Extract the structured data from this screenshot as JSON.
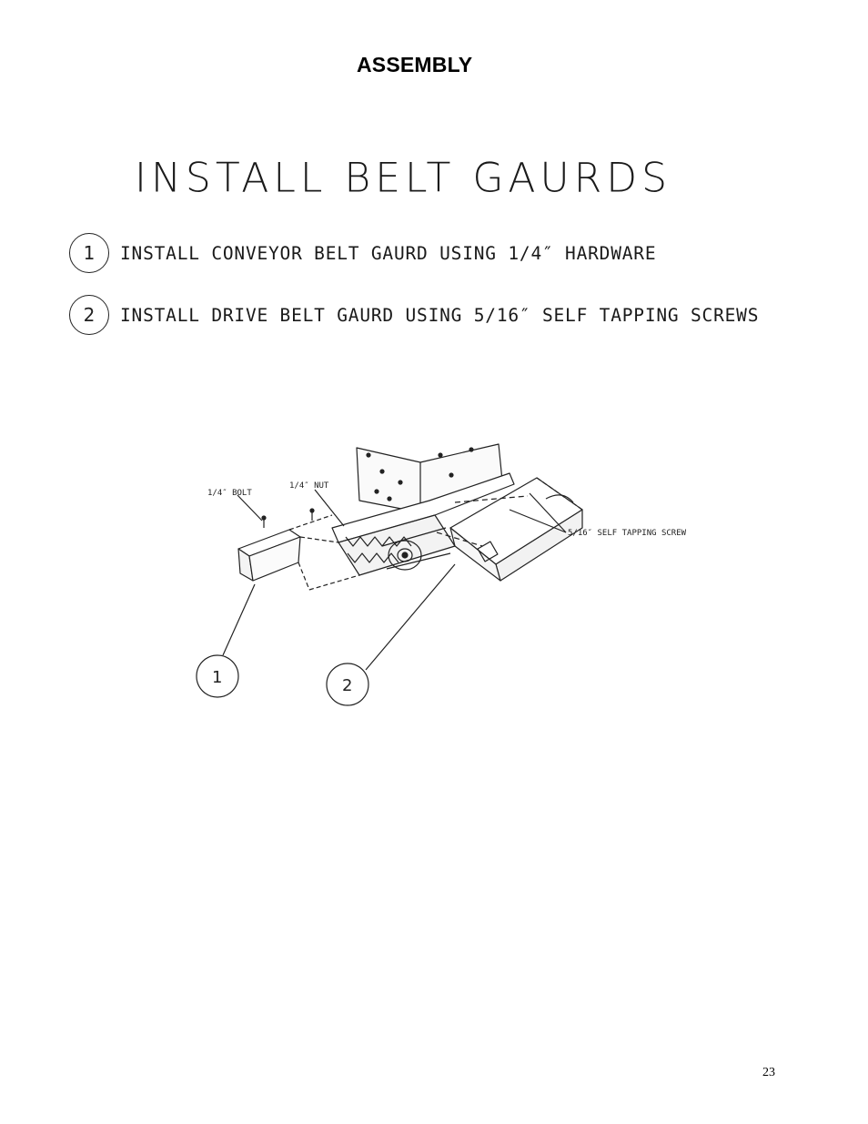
{
  "header": {
    "title": "ASSEMBLY"
  },
  "drawing": {
    "title": "INSTALL BELT GAURDS",
    "steps": [
      {
        "number": "1",
        "text": "INSTALL CONVEYOR BELT GAURD USING 1/4″ HARDWARE"
      },
      {
        "number": "2",
        "text": "INSTALL DRIVE BELT GAURD USING 5/16″ SELF TAPPING SCREWS"
      }
    ],
    "callouts": {
      "bolt": "1/4″ BOLT",
      "nut": "1/4″ NUT",
      "screw": "5/16″ SELF TAPPING SCREW"
    },
    "balloons": [
      "1",
      "2"
    ]
  },
  "footer": {
    "page_number": "23"
  }
}
